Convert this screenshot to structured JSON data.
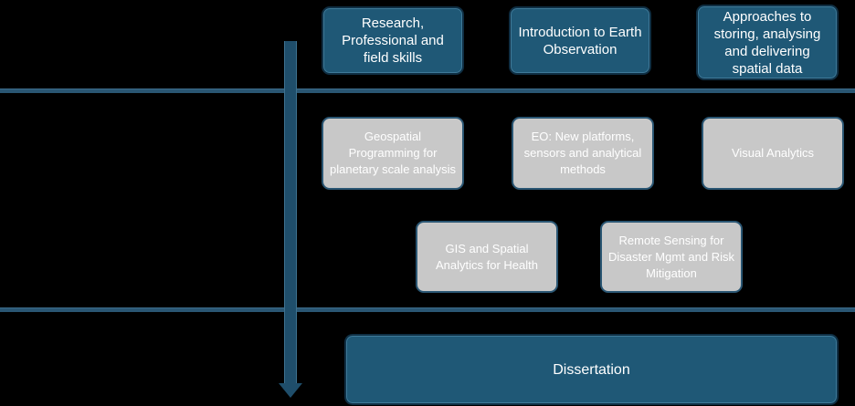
{
  "core_modules": {
    "research": "Research, Professional and field skills",
    "earth_observation": "Introduction to Earth Observation",
    "spatial_data": "Approaches to storing, analysing and delivering spatial data",
    "dissertation": "Dissertation"
  },
  "optional_modules": {
    "geospatial_programming": "Geospatial Programming for planetary scale analysis",
    "eo_platforms": "EO: New platforms, sensors and analytical methods",
    "visual_analytics": "Visual Analytics",
    "gis_health": "GIS and Spatial Analytics for Health",
    "remote_sensing_disaster": "Remote Sensing for Disaster Mgmt and Risk Mitigation"
  },
  "colors": {
    "core_fill": "#1f5876",
    "optional_fill": "#c8c8c8",
    "divider": "#2a5673",
    "background": "#000000"
  }
}
